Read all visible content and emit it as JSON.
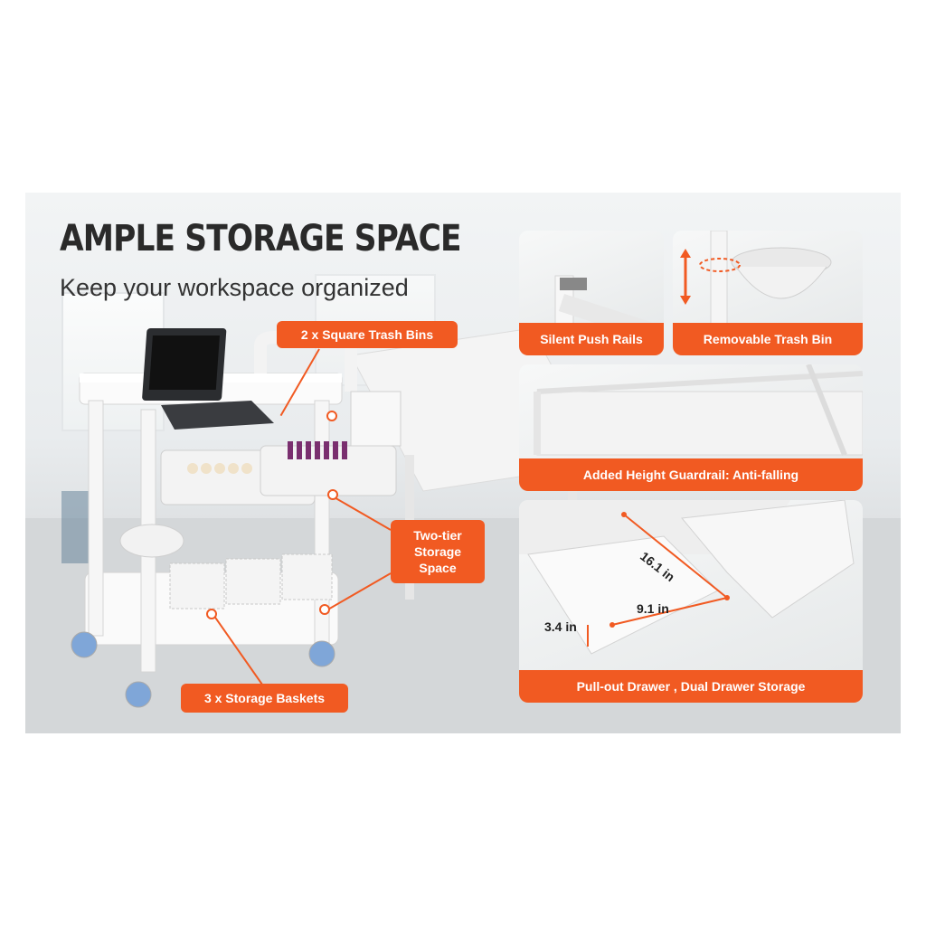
{
  "heading": {
    "title": "AMPLE STORAGE SPACE",
    "subtitle": "Keep your workspace organized"
  },
  "callouts": {
    "trash_bins": "2 x Square Trash Bins",
    "two_tier": "Two-tier Storage Space",
    "baskets": "3 x Storage Baskets"
  },
  "panels": {
    "push_rails": "Silent Push Rails",
    "trash_bin": "Removable Trash Bin",
    "guardrail": "Added Height Guardrail: Anti-falling",
    "drawer": "Pull-out Drawer , Dual Drawer Storage"
  },
  "dimensions": {
    "length": "16.1 in",
    "width": "9.1 in",
    "height": "3.4 in"
  },
  "colors": {
    "accent": "#f15a22",
    "title": "#2a2a2a"
  }
}
